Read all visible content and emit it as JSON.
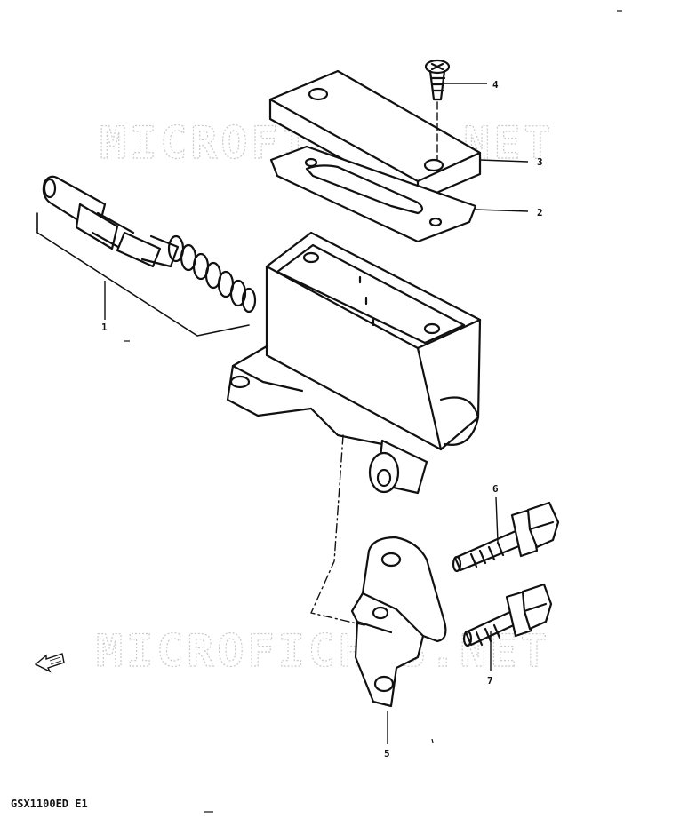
{
  "watermark": "MICROFICHES.NET",
  "model_code": "GSX1100ED E1",
  "callouts": [
    "1",
    "2",
    "3",
    "4",
    "5",
    "6",
    "7"
  ],
  "icons": {
    "front_arrow": "front-direction-arrow-icon"
  }
}
